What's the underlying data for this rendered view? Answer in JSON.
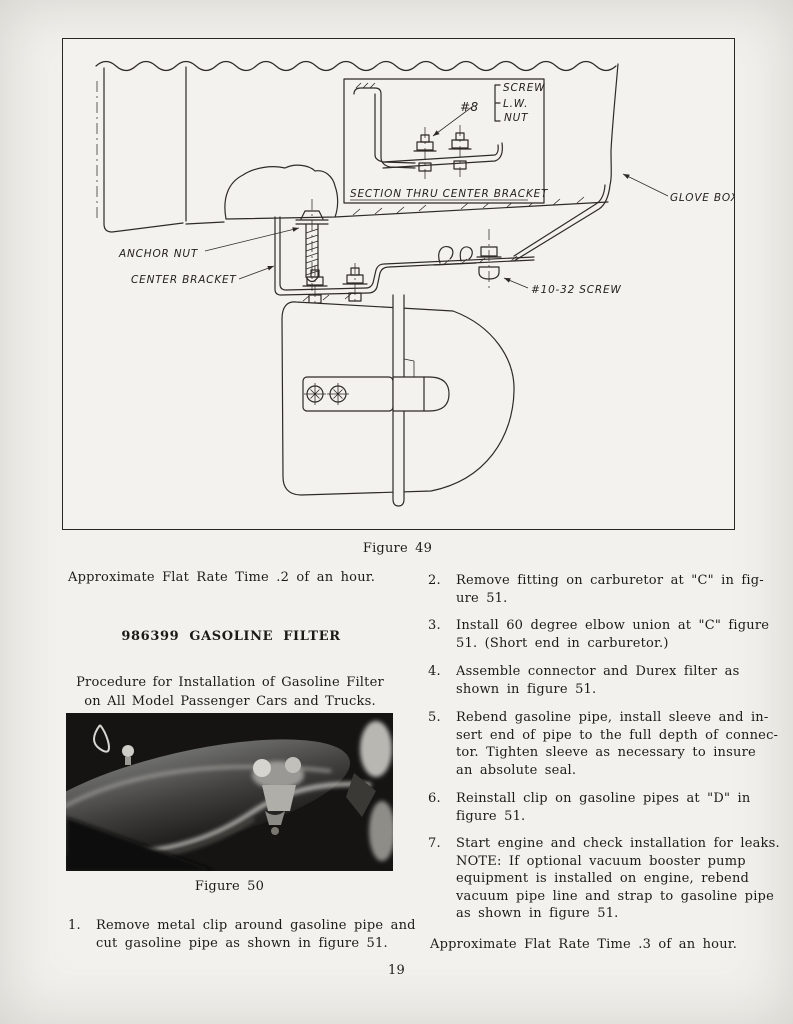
{
  "page": {
    "number": "19"
  },
  "figure49": {
    "caption": "Figure 49",
    "labels": {
      "inset_caption": "SECTION THRU CENTER BRACKET",
      "hash8": "#8",
      "hash8_items": [
        "SCREW",
        "L.W.",
        "NUT"
      ],
      "anchor_nut": "ANCHOR NUT",
      "center_bracket": "CENTER BRACKET",
      "screw": "#10-32 SCREW",
      "glove_box": "GLOVE BOX"
    }
  },
  "left_column": {
    "flat_rate": "Approximate Flat Rate Time .2 of an hour.",
    "section_title": "986399 GASOLINE FILTER",
    "intro_lines": [
      "Procedure for Installation of Gasoline Filter",
      "on All Model Passenger Cars and Trucks."
    ],
    "figure50_caption": "Figure 50",
    "step1": {
      "num": "1.",
      "lines": [
        "Remove metal clip around gasoline pipe and",
        "cut gasoline pipe as shown in figure 51."
      ]
    }
  },
  "right_column": {
    "steps": [
      {
        "num": "2.",
        "lines": [
          "Remove fitting on carburetor at \"C\" in fig-",
          "ure 51."
        ]
      },
      {
        "num": "3.",
        "lines": [
          "Install 60 degree elbow union at \"C\" figure",
          "51.  (Short end in carburetor.)"
        ]
      },
      {
        "num": "4.",
        "lines": [
          "Assemble connector and Durex filter as",
          "shown in figure 51."
        ]
      },
      {
        "num": "5.",
        "lines": [
          "Rebend gasoline pipe, install sleeve and in-",
          "sert end of pipe to the full depth of connec-",
          "tor.  Tighten sleeve as necessary to insure",
          "an absolute seal."
        ]
      },
      {
        "num": "6.",
        "lines": [
          "Reinstall clip on gasoline pipes at \"D\" in",
          "figure 51."
        ]
      },
      {
        "num": "7.",
        "lines": [
          "Start engine and check installation for leaks.",
          "NOTE:  If optional vacuum booster pump",
          "equipment is installed on engine, rebend",
          "vacuum pipe line and strap to gasoline pipe",
          "as shown in figure 51."
        ]
      }
    ],
    "flat_rate": "Approximate Flat Rate Time .3 of an hour."
  }
}
